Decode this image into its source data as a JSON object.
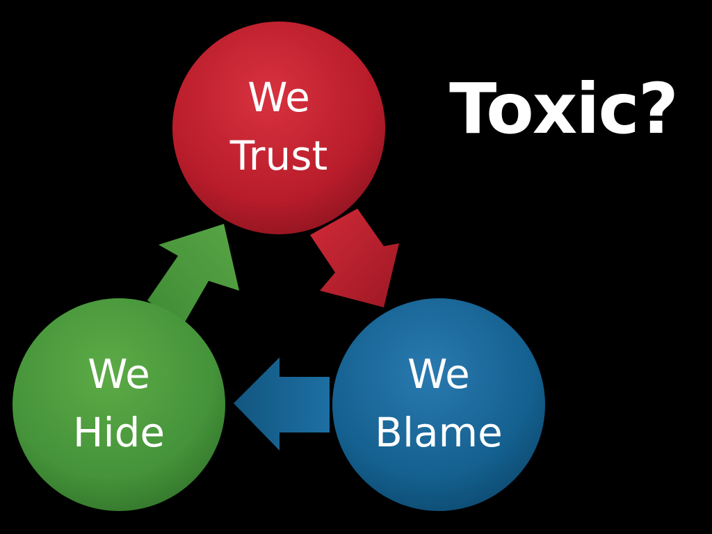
{
  "slide": {
    "title": "Toxic?",
    "background": "#000000"
  },
  "cycle": {
    "nodes": [
      {
        "id": "trust",
        "line1": "We",
        "line2": "Trust",
        "color": "#c0202e"
      },
      {
        "id": "blame",
        "line1": "We",
        "line2": "Blame",
        "color": "#1a6496"
      },
      {
        "id": "hide",
        "line1": "We",
        "line2": "Hide",
        "color": "#4a9a3a"
      }
    ],
    "arrows": [
      {
        "from": "trust",
        "to": "blame",
        "color": "#c0202e"
      },
      {
        "from": "blame",
        "to": "hide",
        "color": "#1a6496"
      },
      {
        "from": "hide",
        "to": "trust",
        "color": "#4a9a3a"
      }
    ]
  }
}
